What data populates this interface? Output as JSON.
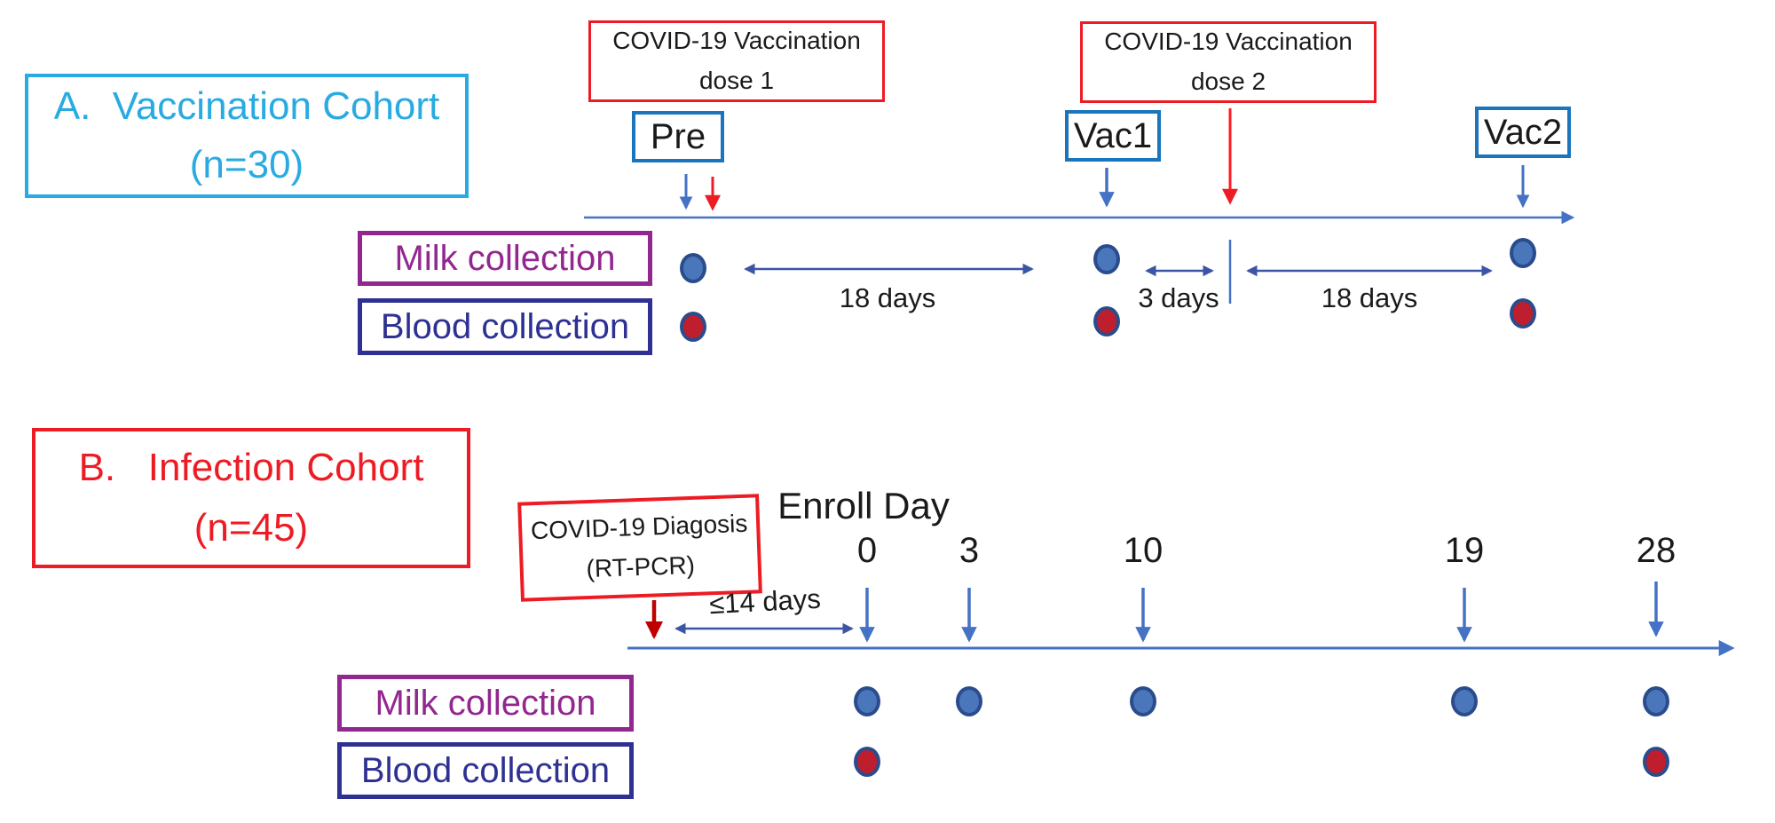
{
  "section_a": {
    "title_line1": "A.  Vaccination Cohort",
    "title_line2": "(n=30)",
    "dose1_line1": "COVID-19 Vaccination",
    "dose1_line2": "dose 1",
    "dose2_line1": "COVID-19 Vaccination",
    "dose2_line2": "dose 2",
    "timepoints": [
      "Pre",
      "Vac1",
      "Vac2"
    ],
    "milk_label": "Milk collection",
    "blood_label": "Blood collection",
    "interval_pre_vac1": "18 days",
    "interval_vac1_dose2": "3 days",
    "interval_dose2_vac2": "18 days",
    "milk_sample_timepoints": [
      "Pre",
      "Vac1",
      "Vac2"
    ],
    "blood_sample_timepoints": [
      "Pre",
      "Vac1",
      "Vac2"
    ]
  },
  "section_b": {
    "title_line1": "B.   Infection Cohort",
    "title_line2": "(n=45)",
    "diagnosis_line1": "COVID-19 Diagosis",
    "diagnosis_line2": "(RT-PCR)",
    "enroll_label": "Enroll Day",
    "days": [
      "0",
      "3",
      "10",
      "19",
      "28"
    ],
    "interval_diagnosis_enroll": "≤14 days",
    "milk_label": "Milk collection",
    "blood_label": "Blood collection",
    "milk_sample_days": [
      "0",
      "3",
      "10",
      "19",
      "28"
    ],
    "blood_sample_days": [
      "0",
      "28"
    ]
  },
  "colors": {
    "cohort_a_accent": "#29ABE2",
    "cohort_b_accent": "#ED1C24",
    "timepoint_box_border": "#1B75BC",
    "milk_accent": "#92278F",
    "blood_accent": "#2E3192",
    "timeline_blue": "#4472C4",
    "measure_arrow_blue": "#3A55A5",
    "milk_dot_fill": "#4A76BB",
    "blood_dot_fill": "#BE1E2D",
    "dot_border": "#2B4C8C",
    "diagnosis_arrow_red": "#C00000"
  }
}
